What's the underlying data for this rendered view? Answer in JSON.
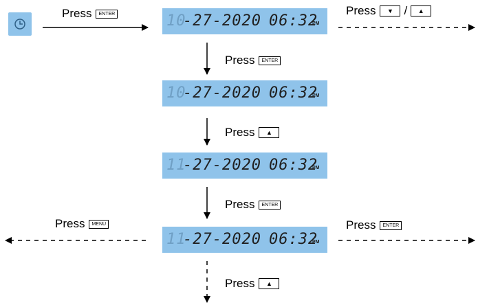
{
  "press_word": "Press",
  "keys": {
    "enter": "ENTER",
    "menu": "MENU",
    "up": "▲",
    "down": "▼"
  },
  "slash": "/",
  "displays": [
    {
      "month": "10",
      "date": "-27-2020",
      "time": "06:32",
      "ampm": "PM"
    },
    {
      "month": "10",
      "date": "-27-2020",
      "time": "06:32",
      "ampm": "PM"
    },
    {
      "month": "11",
      "date": "-27-2020",
      "time": "06:32",
      "ampm": "PM"
    },
    {
      "month": "11",
      "date": "-27-2020",
      "time": "06:32",
      "ampm": "PM"
    }
  ],
  "icons": {
    "clock": "clock-icon"
  },
  "colors": {
    "lcd_background": "#8fc3ea",
    "dim_digit": "#6f9fc4",
    "digit": "#202020"
  }
}
